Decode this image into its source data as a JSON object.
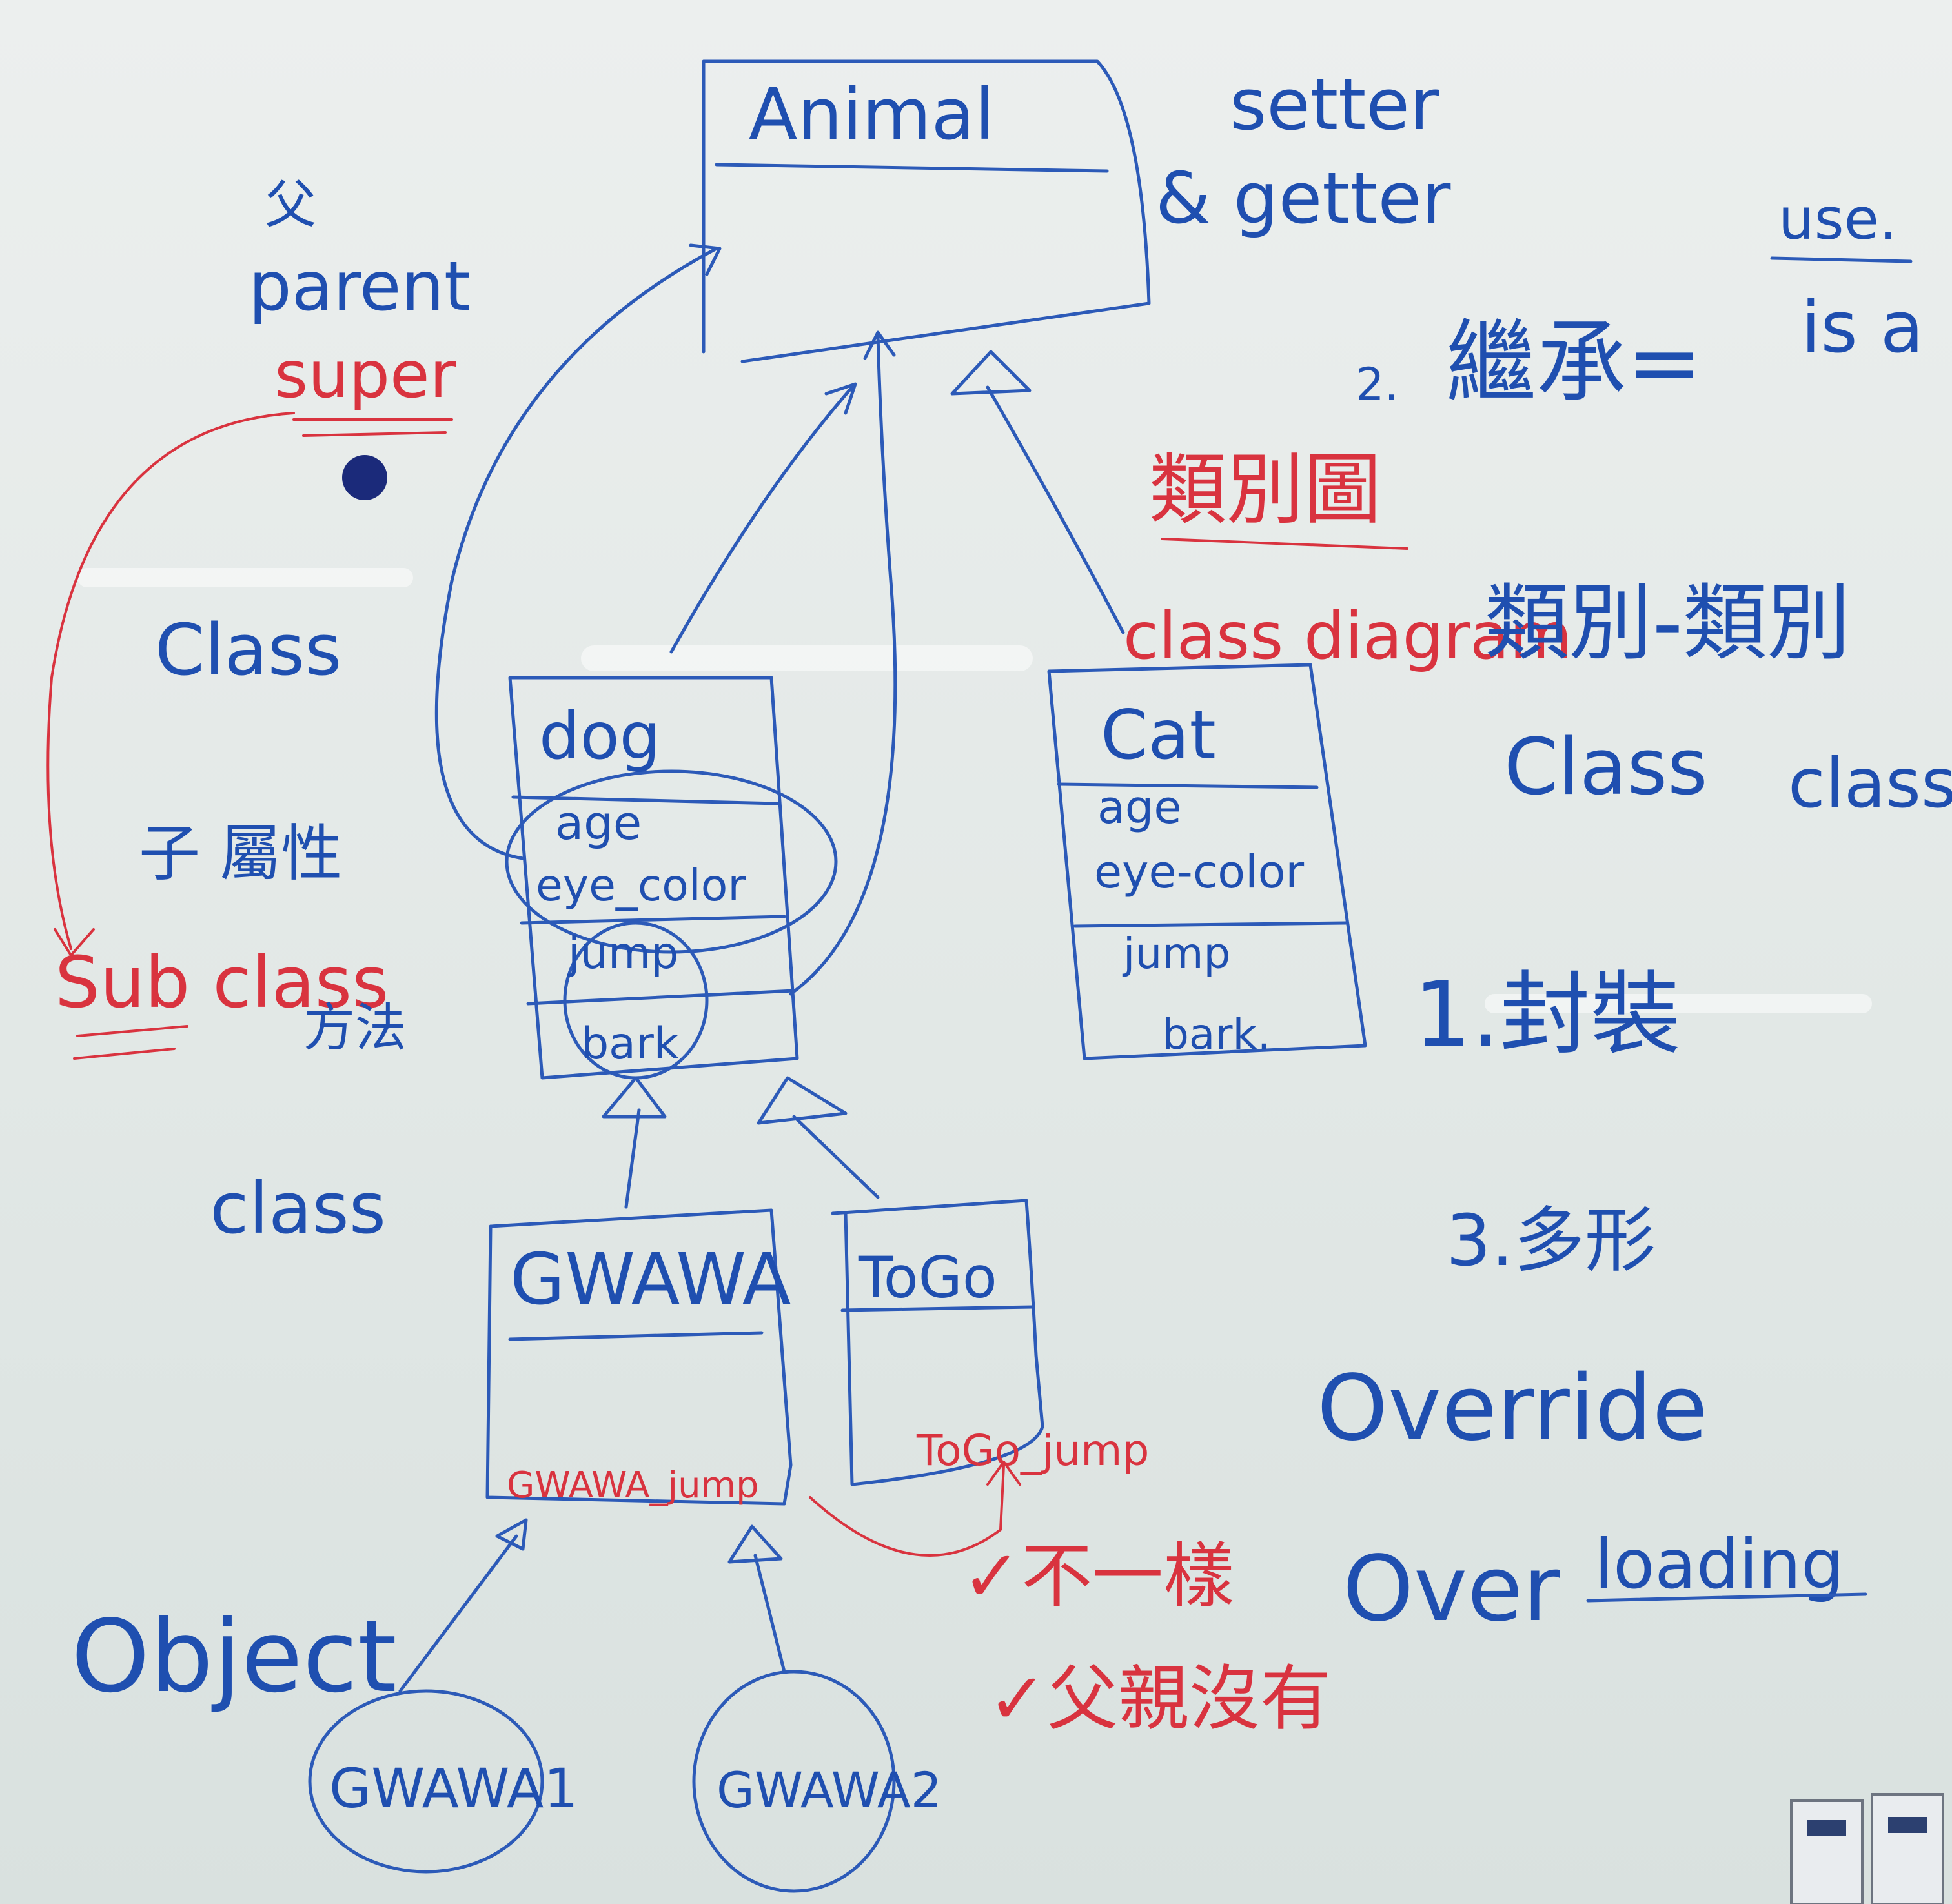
{
  "classes": {
    "animal": {
      "name": "Animal"
    },
    "dog": {
      "name": "dog",
      "attr1": "age",
      "attr2": "eye_color",
      "meth1": "jump",
      "meth2": "bark"
    },
    "cat": {
      "name": "Cat",
      "attr1": "age",
      "attr2": "eye-color",
      "meth1": "jump",
      "meth2": "bark."
    },
    "gwawa": {
      "name": "GWAWA",
      "method": "GWAWA_jump"
    },
    "togo": {
      "name": "ToGo",
      "method": "ToGo_jump"
    }
  },
  "objects": {
    "obj1": "GWAWA1",
    "obj2": "GWAWA2"
  },
  "left_notes": {
    "fu": "父",
    "parent": "parent",
    "super": "super",
    "class1": "Class",
    "zi_shuxing": "子 屬性",
    "subclass": "Sub class",
    "fangfa": "方法",
    "class2": "class",
    "object": "Object"
  },
  "right_notes": {
    "setter": "setter",
    "getter": "& getter",
    "use": "use.",
    "n2": "2.",
    "jicheng": "繼承=",
    "isa": "is a",
    "leibietu": "類別圖",
    "class_diagram": "class diagram",
    "lb_lb": "類別-類別",
    "class_class_1": "Class",
    "class_class_2": "class",
    "fengzhuang": "1.封裝",
    "duoxing": "3.多形",
    "override": "Override",
    "overloading_1": "Over",
    "overloading_2": "loading"
  },
  "red_notes": {
    "buyiyang": "✓不一樣",
    "fuqin_meiyou": "✓父親沒有"
  },
  "colors": {
    "blue": "#1f4fb0",
    "red": "#d9333f",
    "board": "#e4e9e7"
  }
}
